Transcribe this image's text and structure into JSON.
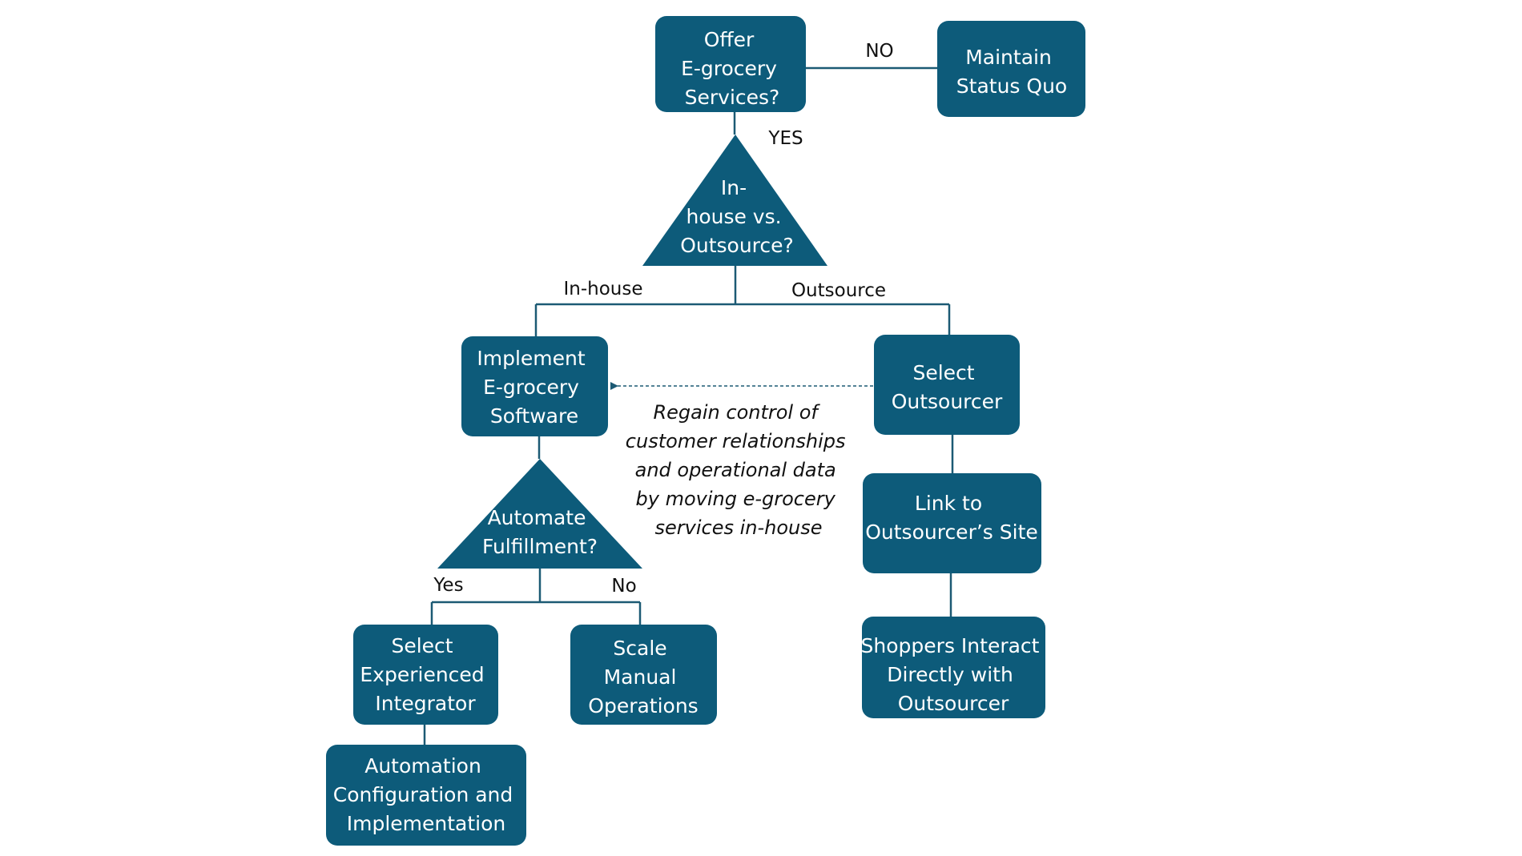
{
  "colors": {
    "node_fill": "#0d5b7a",
    "connector": "#1c5a74",
    "node_text": "#ffffff",
    "label_text": "#111111"
  },
  "nodes": {
    "offer_egrocery": {
      "lines": [
        "Offer",
        "E-grocery",
        "Services?"
      ]
    },
    "maintain_status_quo": {
      "lines": [
        "Maintain",
        "Status Quo"
      ]
    },
    "inhouse_vs_outsource": {
      "lines": [
        "In-",
        "house vs.",
        "Outsource?"
      ]
    },
    "implement_software": {
      "lines": [
        "Implement",
        "E-grocery",
        "Software"
      ]
    },
    "select_outsourcer": {
      "lines": [
        "Select",
        "Outsourcer"
      ]
    },
    "automate_fulfillment": {
      "lines": [
        "Automate",
        "Fulfillment?"
      ]
    },
    "link_outsourcer_site": {
      "lines": [
        "Link to",
        "Outsourcer’s Site"
      ]
    },
    "select_integrator": {
      "lines": [
        "Select",
        "Experienced",
        "Integrator"
      ]
    },
    "scale_manual": {
      "lines": [
        "Scale",
        "Manual",
        "Operations"
      ]
    },
    "shoppers_interact": {
      "lines": [
        "Shoppers Interact",
        "Directly with",
        "Outsourcer"
      ]
    },
    "automation_config": {
      "lines": [
        "Automation",
        "Configuration and",
        "Implementation"
      ]
    }
  },
  "edge_labels": {
    "no": "NO",
    "yes": "YES",
    "in_house": "In-house",
    "outsource": "Outsource",
    "fulfillment_yes": "Yes",
    "fulfillment_no": "No"
  },
  "annotation": {
    "lines": [
      "Regain control of",
      "customer relationships",
      "and operational data",
      "by moving e-grocery",
      "services in-house"
    ]
  }
}
